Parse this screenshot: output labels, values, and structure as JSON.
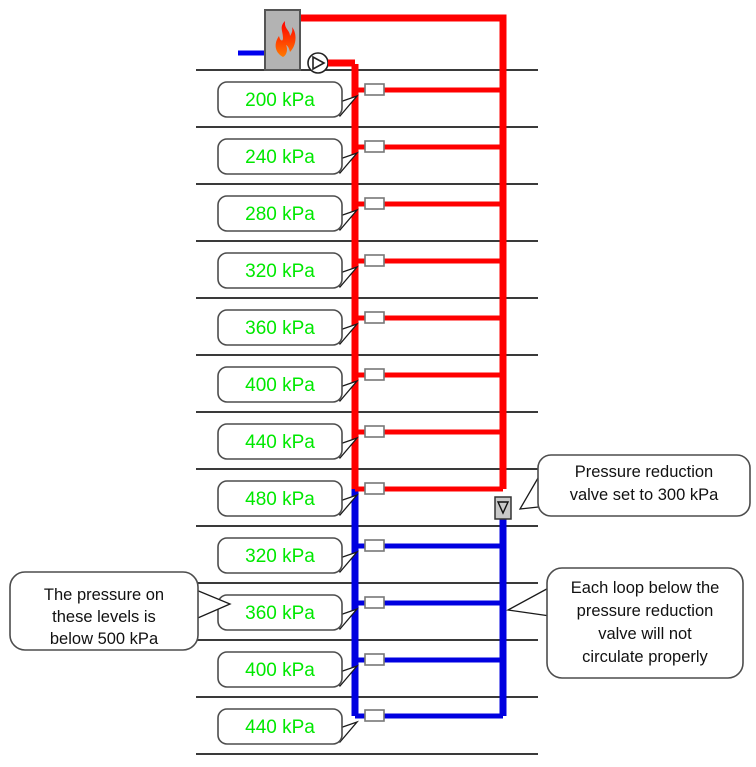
{
  "diagram": {
    "title": "Heating system riser with pressure reduction valve",
    "colors": {
      "flow_pipe": "#ff0000",
      "return_pipe": "#0000e0",
      "cold_feed": "#0000ee",
      "pressure_label": "#00e800",
      "floor_line": "#3a3a3a",
      "boiler_body": "#b3b3b3",
      "callout_fill": "#ffffff",
      "callout_stroke": "#4d4d4d",
      "prv_body": "#c9c9c9"
    },
    "equipment": {
      "boiler_label": "boiler",
      "flame_label": "flame",
      "pump_label": "circulating-pump",
      "cold_feed_label": "cold-feed",
      "prv_label": "pressure-reduction-valve"
    },
    "floors": [
      {
        "index": 1,
        "pressure": "200 kPa",
        "circuit": "flow",
        "valve": "isolation-valve"
      },
      {
        "index": 2,
        "pressure": "240 kPa",
        "circuit": "flow",
        "valve": "isolation-valve"
      },
      {
        "index": 3,
        "pressure": "280 kPa",
        "circuit": "flow",
        "valve": "isolation-valve"
      },
      {
        "index": 4,
        "pressure": "320 kPa",
        "circuit": "flow",
        "valve": "isolation-valve"
      },
      {
        "index": 5,
        "pressure": "360 kPa",
        "circuit": "flow",
        "valve": "isolation-valve"
      },
      {
        "index": 6,
        "pressure": "400 kPa",
        "circuit": "flow",
        "valve": "isolation-valve"
      },
      {
        "index": 7,
        "pressure": "440 kPa",
        "circuit": "flow",
        "valve": "isolation-valve"
      },
      {
        "index": 8,
        "pressure": "480 kPa",
        "circuit": "flow",
        "valve": "isolation-valve"
      },
      {
        "index": 9,
        "pressure": "320 kPa",
        "circuit": "return",
        "valve": "isolation-valve"
      },
      {
        "index": 10,
        "pressure": "360 kPa",
        "circuit": "return",
        "valve": "isolation-valve"
      },
      {
        "index": 11,
        "pressure": "400 kPa",
        "circuit": "return",
        "valve": "isolation-valve"
      },
      {
        "index": 12,
        "pressure": "440 kPa",
        "circuit": "return",
        "valve": "isolation-valve"
      }
    ],
    "callouts": {
      "prv": {
        "lines": [
          "Pressure reduction",
          "valve set to 300 kPa"
        ]
      },
      "below_500": {
        "lines": [
          "The pressure on",
          "these levels is",
          "below 500 kPa"
        ]
      },
      "no_circulation": {
        "lines": [
          "Each loop below the",
          "pressure reduction",
          "valve will not",
          "circulate properly"
        ]
      }
    }
  }
}
